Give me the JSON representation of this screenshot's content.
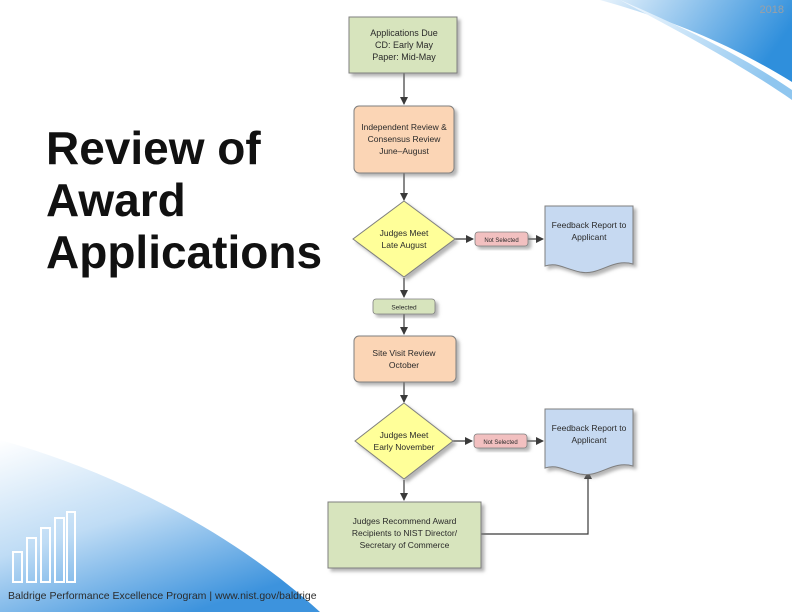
{
  "slide": {
    "year": "2018",
    "title": "Review of Award Applications",
    "footer": "Baldrige Performance Excellence Program | www.nist.gov/baldrige"
  },
  "flowchart": {
    "applications_due": [
      "Applications Due",
      "CD:  Early May",
      "Paper:  Mid-May"
    ],
    "independent_review": [
      "Independent Review &",
      "Consensus Review",
      "June–August"
    ],
    "judges_meet_1": [
      "Judges Meet",
      "Late August"
    ],
    "not_selected_1": "Not Selected",
    "feedback_1": [
      "Feedback Report to",
      "Applicant"
    ],
    "selected": "Selected",
    "site_visit": [
      "Site Visit Review",
      "October"
    ],
    "judges_meet_2": [
      "Judges Meet",
      "Early November"
    ],
    "not_selected_2": "Not Selected",
    "feedback_2": [
      "Feedback Report to",
      "Applicant"
    ],
    "recommend": [
      "Judges Recommend Award",
      "Recipients to NIST Director/",
      "Secretary of Commerce"
    ]
  },
  "colors": {
    "green_box": "#d7e4bd",
    "orange_box": "#fbd5b5",
    "yellow_diamond": "#ffff99",
    "blue_doc": "#c6d9f1",
    "pink_label": "#f2c0c0",
    "accent_blue": "#3a8fd6"
  }
}
